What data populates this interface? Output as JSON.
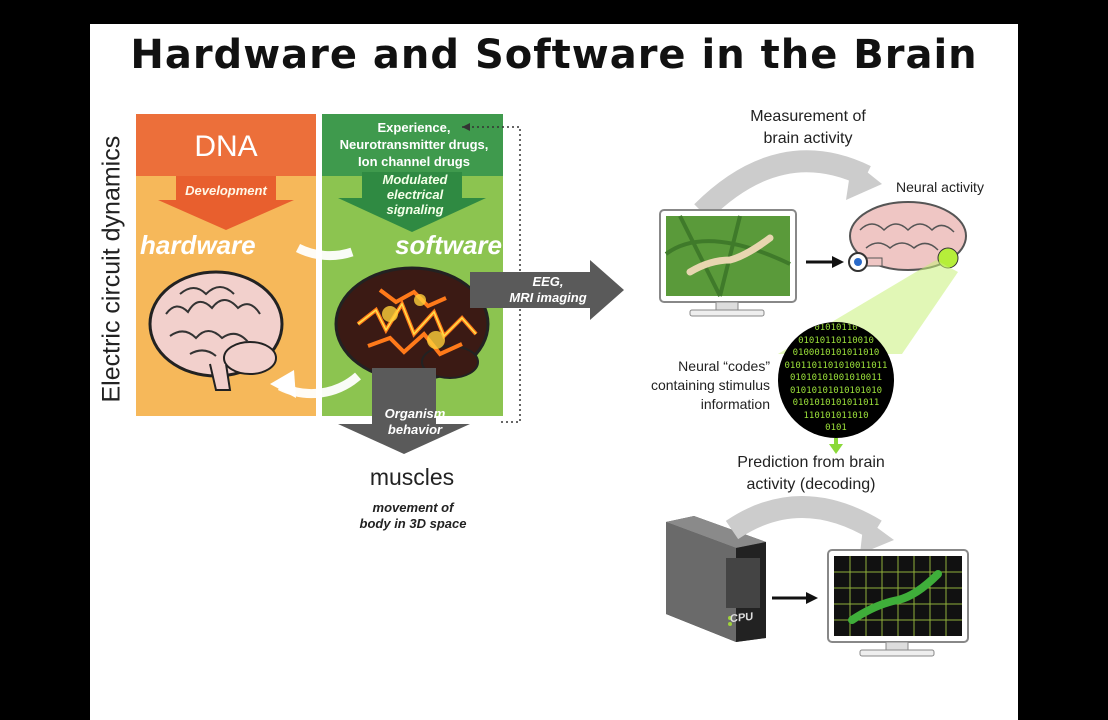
{
  "title": "Hardware and Software in the Brain",
  "side_label": "Electric circuit dynamics",
  "hardware_panel": {
    "top_label": "DNA",
    "arrow_label": "Development",
    "label": "hardware",
    "colors": {
      "top": "#ec6f3a",
      "body": "#f6b85a"
    }
  },
  "software_panel": {
    "top_label": [
      "Experience,",
      "Neurotransmitter drugs,",
      "Ion channel drugs"
    ],
    "arrow_label": [
      "Modulated",
      "electrical",
      "signaling"
    ],
    "label": "software",
    "colors": {
      "top": "#3f9a4d",
      "body": "#8cc450"
    }
  },
  "eeg_arrow": [
    "EEG,",
    "MRI imaging"
  ],
  "behavior_arrow": [
    "Organism",
    "behavior"
  ],
  "muscles": "muscles",
  "movement": [
    "movement of",
    "body in 3D space"
  ],
  "measurement": [
    "Measurement of",
    "brain activity"
  ],
  "neural_activity": "Neural activity",
  "neural_codes": [
    "Neural “codes”",
    "containing stimulus",
    "information"
  ],
  "binary_lines": [
    "01010110",
    "01010110110010",
    "0100010101011010",
    "0101101101010011011",
    "01010101001010011",
    "01010101010101010",
    "0101010101011011",
    "110101011010",
    "0101"
  ],
  "prediction": [
    "Prediction from brain",
    "activity (decoding)"
  ],
  "cpu_label": "CPU"
}
